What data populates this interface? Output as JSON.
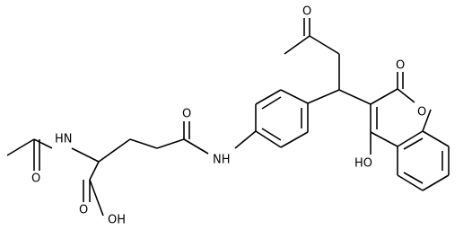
{
  "labels": {
    "nh_amide": "NH",
    "nh_acetyl": "HN",
    "oh_acid": "OH",
    "oh_hydroxy": "HO",
    "o_ring": "O",
    "o_acetyl": "O",
    "o_acid": "O",
    "o_amide": "O",
    "o_ketone": "O",
    "o_lactone": "O"
  }
}
